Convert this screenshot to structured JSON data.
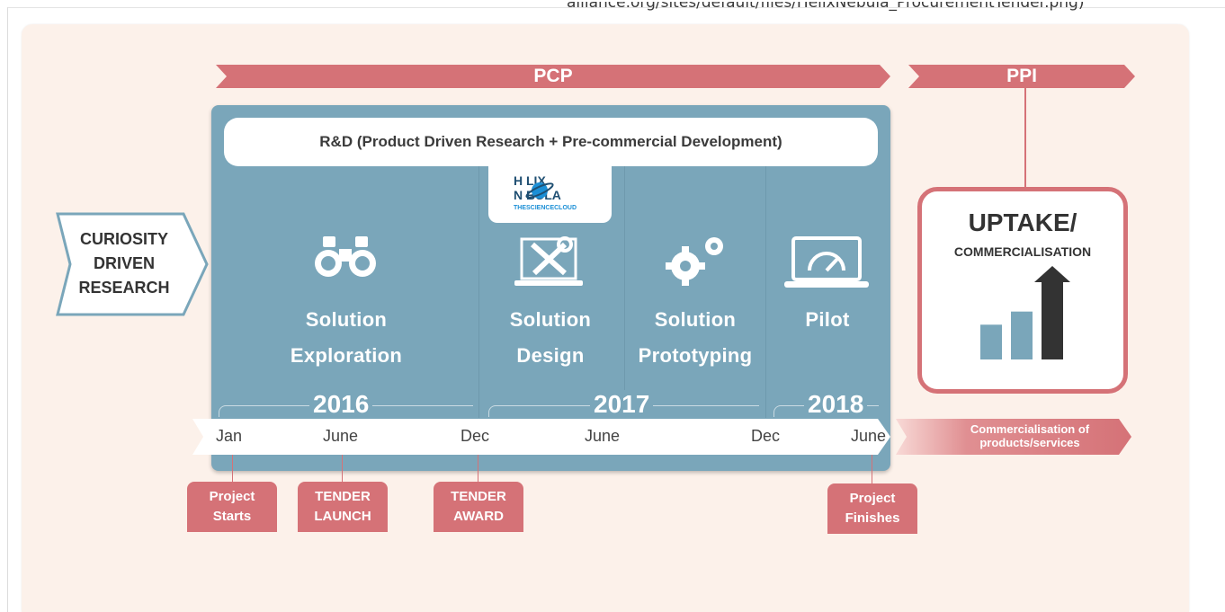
{
  "url_fragment": "alliance.org/sites/default/files/HelixNebula_ProcurementTender.png)",
  "colors": {
    "pink": "#d57277",
    "blue": "#7aa6ba",
    "panel": "#fcf1ea",
    "dark_arrow": "#333333"
  },
  "banners": {
    "pcp": "PCP",
    "ppi": "PPI"
  },
  "rnd_title": "R&D (Product Driven Research + Pre-commercial Development)",
  "logo": {
    "line1": "H  LIX",
    "line2": "N  BULA",
    "sub": "THESCIENCECLOUD"
  },
  "curiosity": [
    "CURIOSITY",
    "DRIVEN",
    "RESEARCH"
  ],
  "phases": [
    {
      "line1": "Solution",
      "line2": "Exploration",
      "icon": "binoculars-icon"
    },
    {
      "line1": "Solution",
      "line2": "Design",
      "icon": "design-tools-icon"
    },
    {
      "line1": "Solution",
      "line2": "Prototyping",
      "icon": "gears-icon"
    },
    {
      "line1": "Pilot",
      "line2": "",
      "icon": "laptop-gauge-icon"
    }
  ],
  "years": [
    "2016",
    "2017",
    "2018"
  ],
  "months": [
    "Jan",
    "June",
    "Dec",
    "June",
    "Dec",
    "June"
  ],
  "commercialisation": "Commercialisation of products/services",
  "uptake": {
    "title": "UPTAKE/",
    "subtitle": "COMMERCIALISATION",
    "bars": [
      0.45,
      0.62,
      1.0
    ]
  },
  "milestones": [
    {
      "line1": "Project",
      "line2": "Starts"
    },
    {
      "line1": "TENDER",
      "line2": "LAUNCH"
    },
    {
      "line1": "TENDER",
      "line2": "AWARD"
    },
    {
      "line1": "Project",
      "line2": "Finishes"
    }
  ]
}
